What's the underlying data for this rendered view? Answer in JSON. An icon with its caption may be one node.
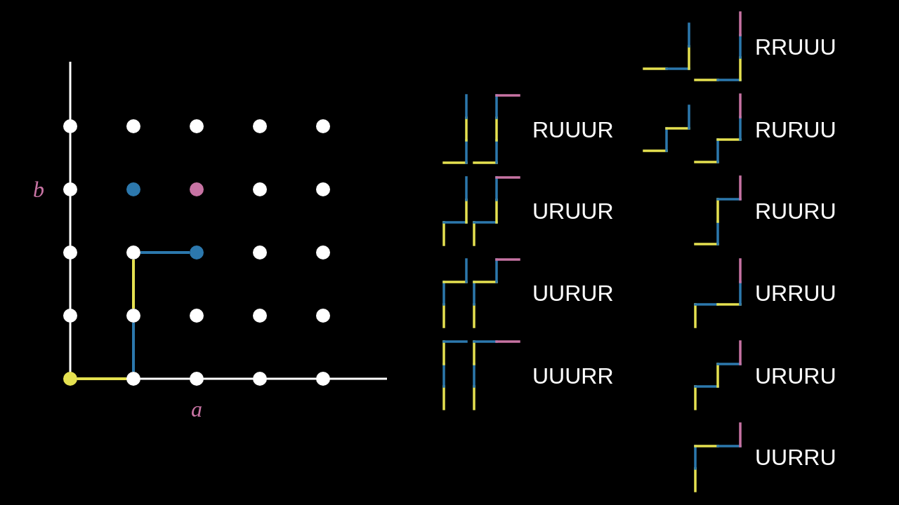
{
  "diagram": {
    "nodes": [
      {
        "text": [],
        "shape": "circle"
      },
      {
        "text": [],
        "shape": "circle"
      },
      {
        "text": [],
        "shape": "circle"
      },
      {
        "text": [],
        "shape": "circle"
      },
      {
        "text": [],
        "shape": "circle"
      },
      {
        "text": [],
        "shape": "circle"
      },
      {
        "text": [],
        "shape": "circle"
      },
      {
        "text": [],
        "shape": "circle"
      },
      {
        "text": [],
        "shape": "circle"
      },
      {
        "text": [],
        "shape": "circle"
      },
      {
        "text": [],
        "shape": "circle"
      },
      {
        "text": [],
        "shape": "circle"
      },
      {
        "text": [],
        "shape": "circle"
      },
      {
        "text": [],
        "shape": "circle"
      },
      {
        "text": [],
        "shape": "circle"
      },
      {
        "text": [],
        "shape": "circle"
      },
      {
        "text": [],
        "shape": "circle"
      },
      {
        "text": [],
        "shape": "circle"
      },
      {
        "text": [],
        "shape": "circle"
      },
      {
        "text": [],
        "shape": "circle"
      },
      {
        "text": [],
        "shape": "circle"
      },
      {
        "text": [],
        "shape": "circle"
      },
      {
        "text": [],
        "shape": "circle"
      },
      {
        "text": [],
        "shape": "circle"
      },
      {
        "text": [],
        "shape": "circle"
      }
    ],
    "edges": [
      {
        "from": 20,
        "to": 21,
        "arrow": "none",
        "color": "#e5e150"
      },
      {
        "from": 21,
        "to": 16,
        "arrow": "none",
        "color": "#2c78ad"
      },
      {
        "from": 16,
        "to": 11,
        "arrow": "none",
        "color": "#e5e150"
      },
      {
        "from": 11,
        "to": 12,
        "arrow": "none",
        "color": "#2c78ad"
      }
    ],
    "labels": [
      "b",
      "a",
      "RRUUU",
      "RUUUR",
      "RURUU",
      "URUUR",
      "RUURU",
      "UURUR",
      "URRUU",
      "UUURR",
      "URURU",
      "UURRU"
    ]
  }
}
